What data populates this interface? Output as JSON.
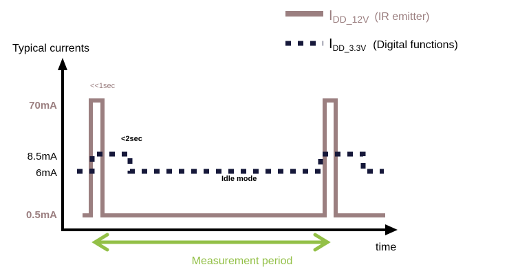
{
  "colors": {
    "emitter": "#9b7f80",
    "digital": "#16183a",
    "period": "#93c047",
    "axis": "#000000"
  },
  "legend": [
    {
      "symbol": "I",
      "subscript": "DD_12V",
      "description": "(IR emitter)"
    },
    {
      "symbol": "I",
      "subscript": "DD_3.3V",
      "description": "(Digital functions)"
    }
  ],
  "axes": {
    "ylabel": "Typical currents",
    "xlabel": "time"
  },
  "levels": [
    "70mA",
    "8.5mA",
    "6mA",
    "0.5mA"
  ],
  "annotations": {
    "pulse": "<<1sec",
    "digital_active": "<2sec",
    "idle": "Idle mode",
    "period": "Measurement period"
  }
}
